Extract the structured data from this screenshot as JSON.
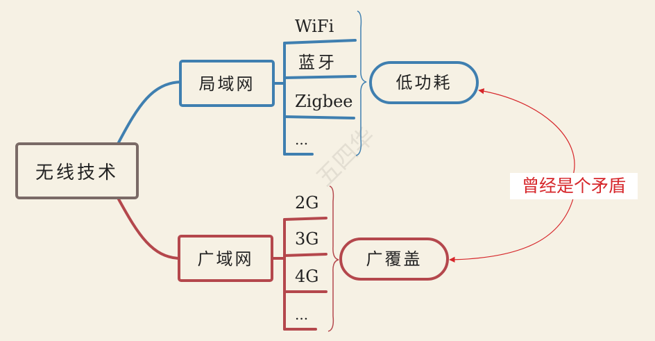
{
  "colors": {
    "background": "#f6f1e4",
    "root_border": "#7a6a66",
    "lan_blue": "#3f7fb0",
    "wan_red": "#b4474c",
    "annotation_red": "#d6262a"
  },
  "root": {
    "label": "无线技术"
  },
  "lan": {
    "label": "局域网",
    "items": [
      "WiFi",
      "蓝牙",
      "Zigbee",
      "..."
    ],
    "summary": "低功耗"
  },
  "wan": {
    "label": "广域网",
    "items": [
      "2G",
      "3G",
      "4G",
      "..."
    ],
    "summary": "广覆盖"
  },
  "annotation": {
    "text": "曾经是个矛盾"
  },
  "watermark": {
    "text": "五四华"
  }
}
